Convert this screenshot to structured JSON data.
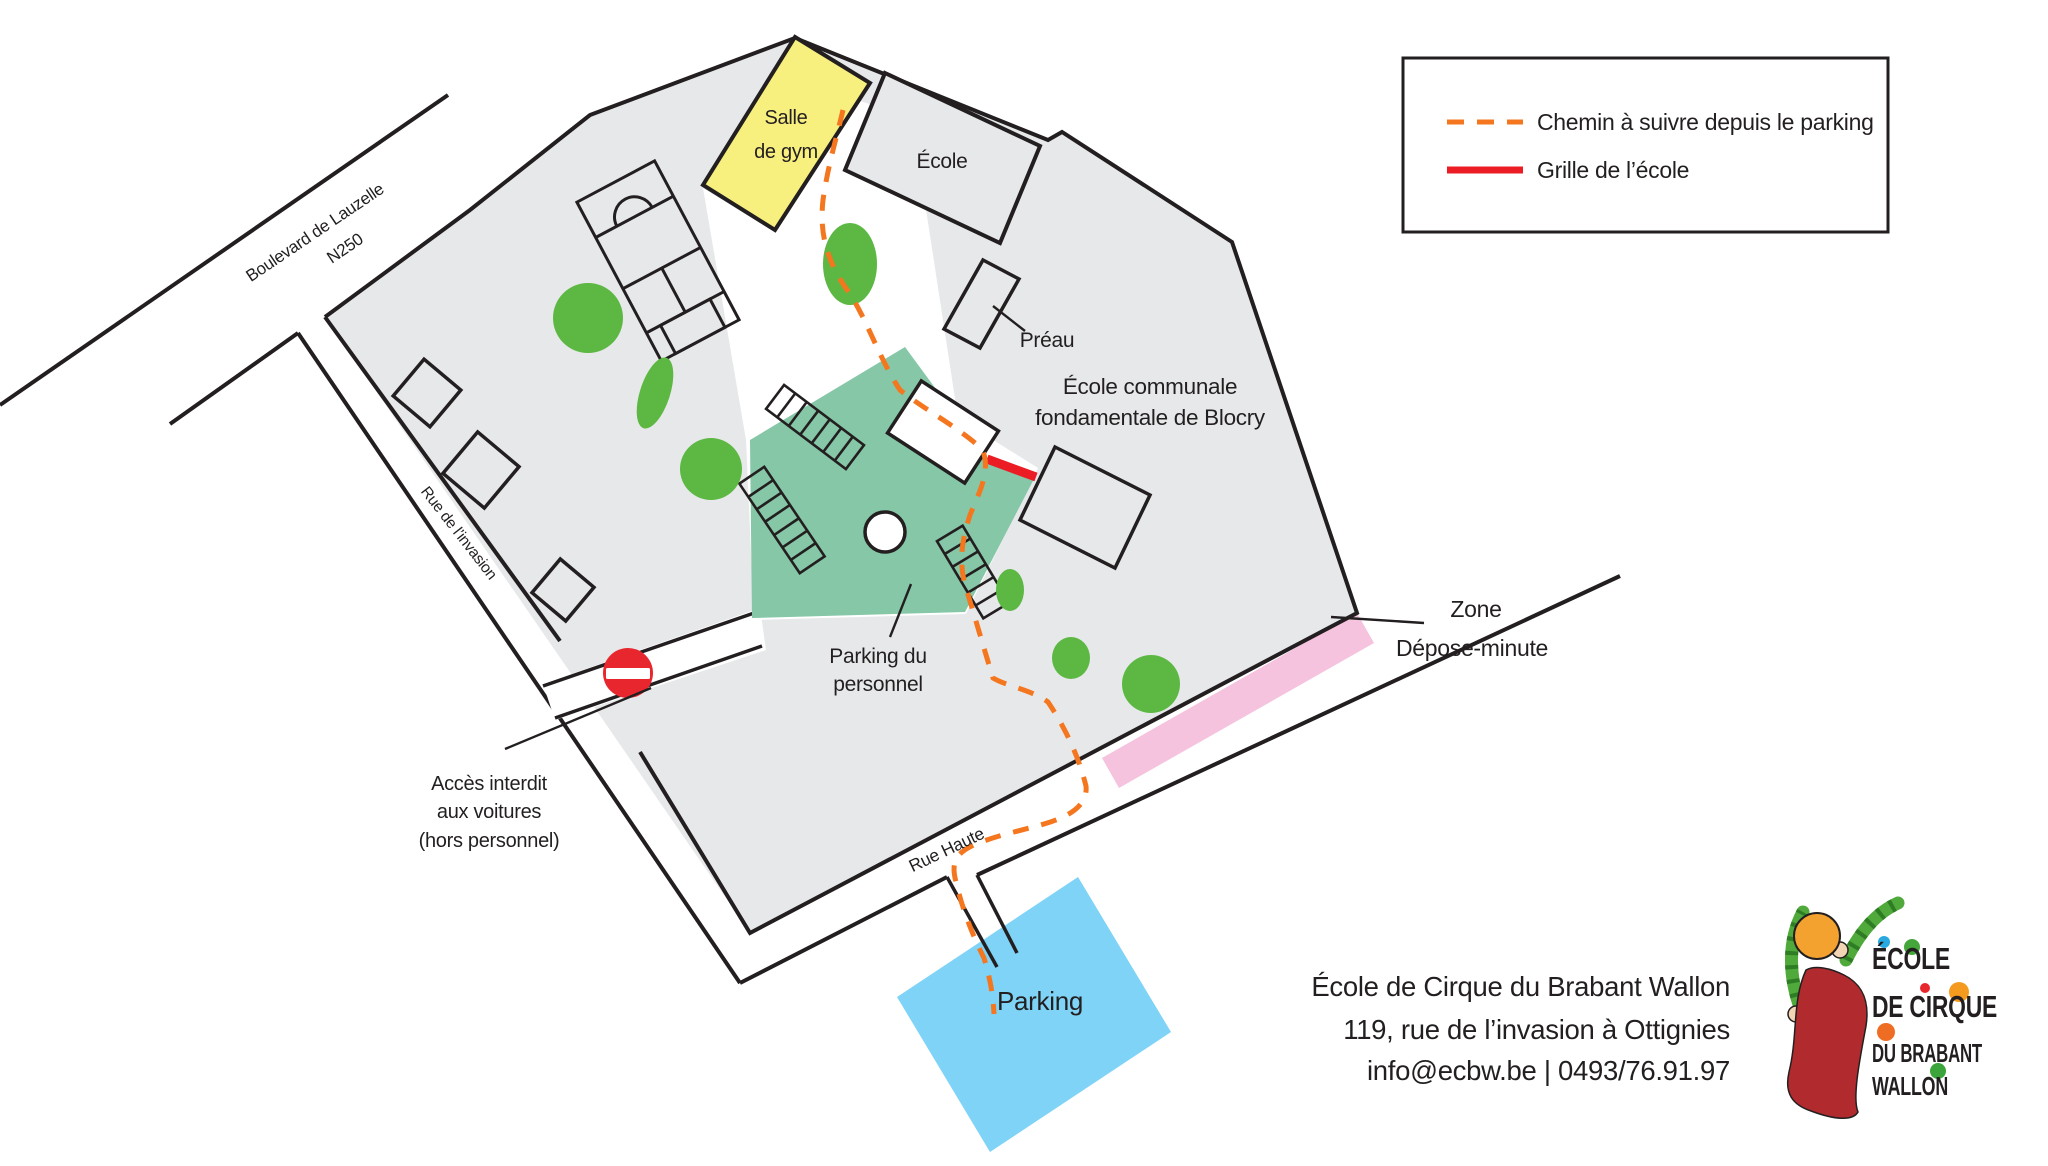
{
  "legend": {
    "path": "Chemin à suivre depuis le parking",
    "gate": "Grille de l’école"
  },
  "roads": {
    "boulevard": "Boulevard de Lauzelle",
    "boulevard_ref": "N250",
    "invasion": "Rue de l’invasion",
    "haute": "Rue Haute"
  },
  "labels": {
    "gym1": "Salle",
    "gym2": "de gym",
    "school_building": "École",
    "shelter": "Préau",
    "school_name1": "École communale",
    "school_name2": "fondamentale de Blocry",
    "staff_parking1": "Parking du",
    "staff_parking2": "personnel",
    "dropoff1": "Zone",
    "dropoff2": "Dépose-minute",
    "no_access1": "Accès interdit",
    "no_access2": "aux voitures",
    "no_access3": "(hors personnel)",
    "public_parking": "Parking"
  },
  "contact": {
    "line1": "École de Cirque du Brabant Wallon",
    "line2": "119, rue de l’invasion à Ottignies",
    "line3": "info@ecbw.be | 0493/76.91.97"
  },
  "logo": {
    "line1": "ÉCOLE",
    "line2": "DE CIRQUE",
    "line3": "DU BRABANT",
    "line4": "WALLON"
  },
  "colors": {
    "campus": "#e7e8ea",
    "gym": "#f7ef7e",
    "staff_parking": "#85c7a6",
    "tree": "#5cb843",
    "dropoff": "#f5c3de",
    "public_parking": "#7ed3f7",
    "route": "#f4771f",
    "gate": "#eb1c24",
    "line": "#231f20"
  }
}
